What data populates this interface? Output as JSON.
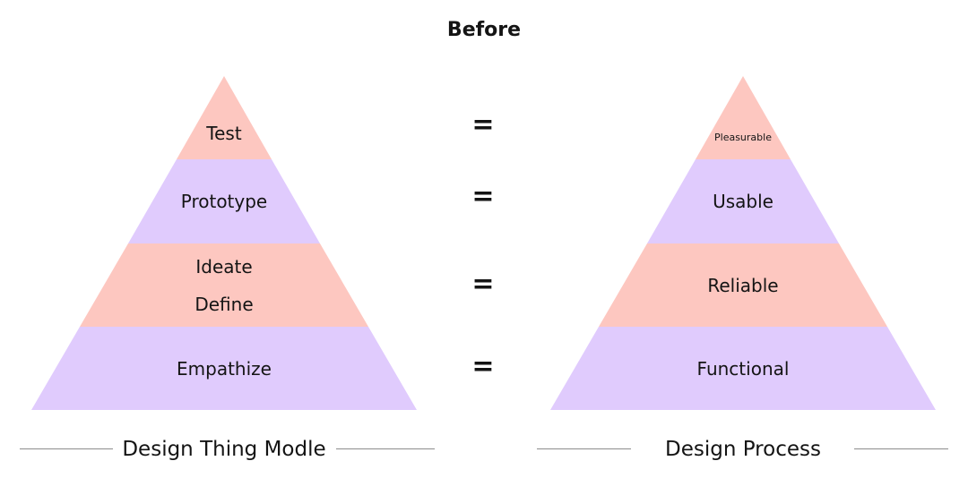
{
  "title": "Before",
  "colors": {
    "coral": "#fdc7c0",
    "lavender": "#e0cbfd",
    "rule": "#8c8c8c",
    "text": "#141414"
  },
  "left_pyramid": {
    "caption": "Design Thing Modle",
    "layers": {
      "top": "Test",
      "second": "Prototype",
      "third_line1": "Ideate",
      "third_line2": "Define",
      "bottom": "Empathize"
    }
  },
  "right_pyramid": {
    "caption": "Design Process",
    "layers": {
      "top": "Pleasurable",
      "second": "Usable",
      "third": "Reliable",
      "bottom": "Functional"
    }
  },
  "equals": [
    "=",
    "=",
    "=",
    "="
  ]
}
